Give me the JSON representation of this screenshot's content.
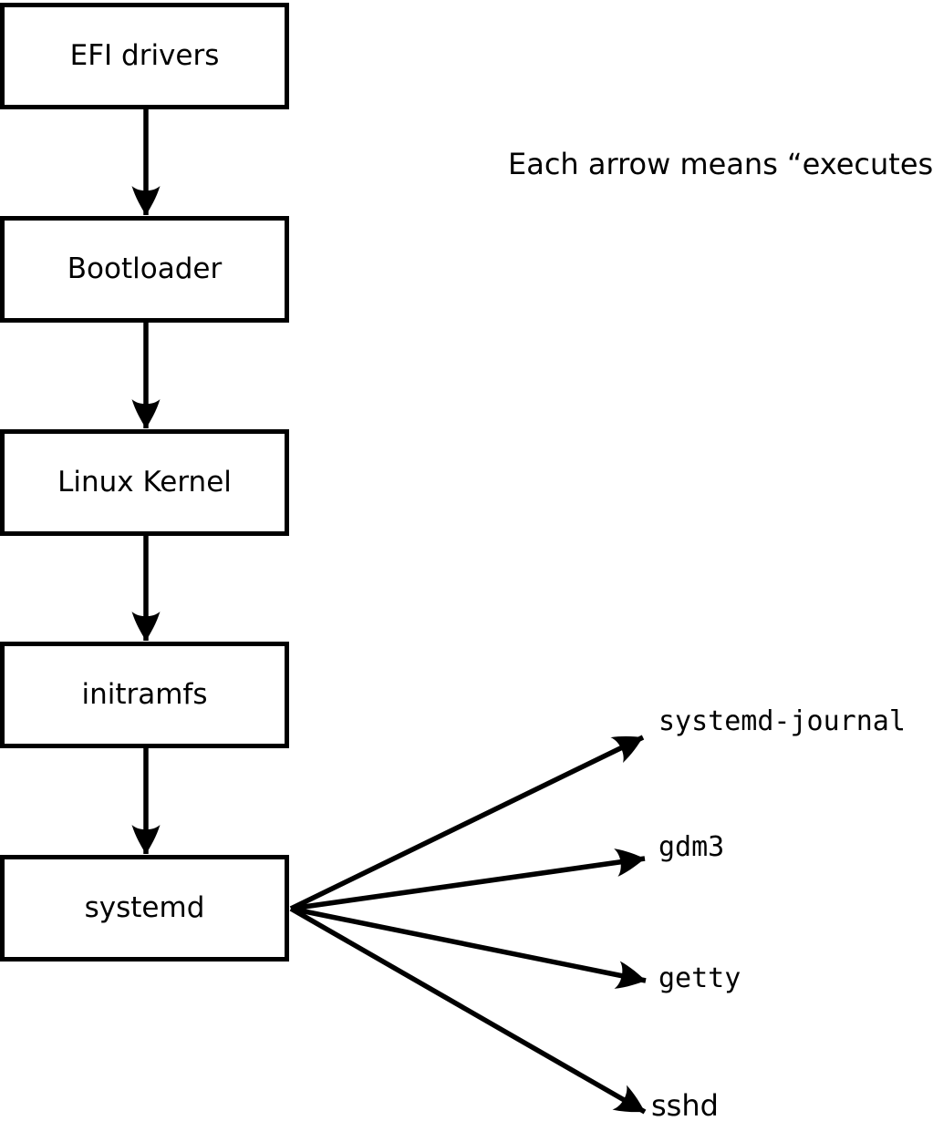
{
  "diagram": {
    "title_note": "Each arrow means “executes”.",
    "arrow_meaning": "executes",
    "chain": [
      {
        "label": "EFI drivers"
      },
      {
        "label": "Bootloader"
      },
      {
        "label": "Linux Kernel"
      },
      {
        "label": "initramfs"
      },
      {
        "label": "systemd"
      }
    ],
    "spawned_processes": [
      {
        "label": "systemd-journal"
      },
      {
        "label": "gdm3"
      },
      {
        "label": "getty"
      },
      {
        "label": "sshd"
      }
    ],
    "colors": {
      "ink": "#000000",
      "background": "#ffffff",
      "box_fill": "#ffffff"
    }
  }
}
